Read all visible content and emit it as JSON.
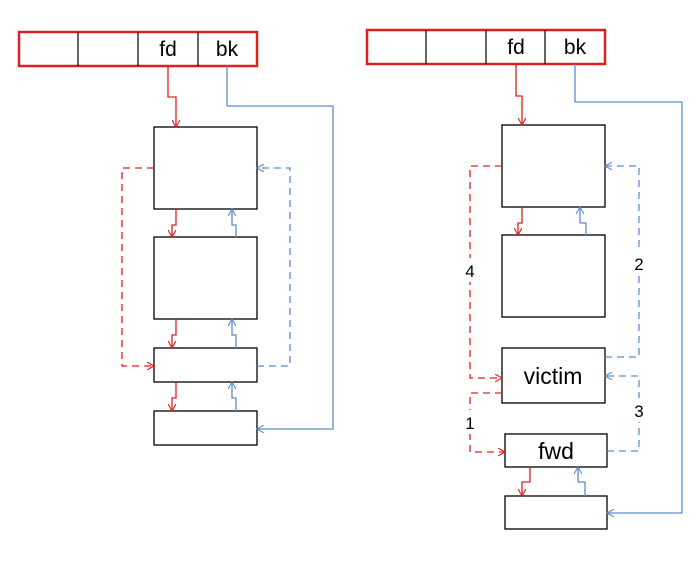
{
  "colors": {
    "fd": "#e02020",
    "bk": "#5b8fcc",
    "box": "#000000",
    "bin_border": "#e02020"
  },
  "left": {
    "bin_fields": [
      "",
      "",
      "fd",
      "bk"
    ]
  },
  "right": {
    "bin_fields": [
      "",
      "",
      "fd",
      "bk"
    ],
    "victim_label": "victim",
    "fwd_label": "fwd",
    "steps": [
      "1",
      "2",
      "3",
      "4"
    ]
  }
}
